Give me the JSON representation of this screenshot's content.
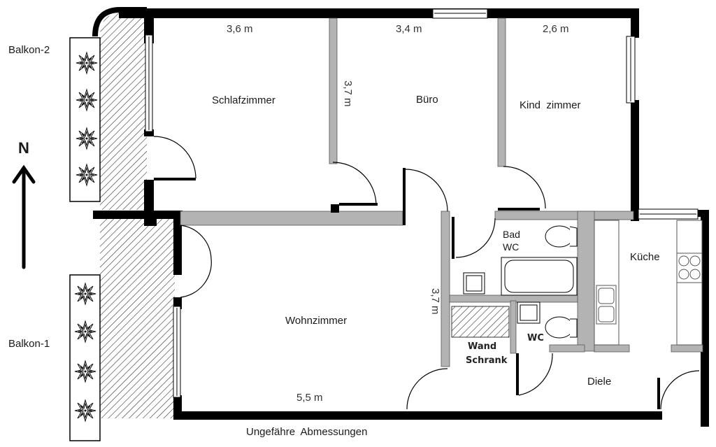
{
  "floorplan": {
    "rooms": {
      "schlafzimmer": "Schlafzimmer",
      "buero": "Büro",
      "kinderzimmer": "Kind  zimmer",
      "wohnzimmer": "Wohnzimmer",
      "bad_line1": "Bad",
      "bad_line2": "WC",
      "wc": "WC",
      "wandschrank_line1": "Wand",
      "wandschrank_line2": "Schrank",
      "kueche": "Küche",
      "diele": "Diele"
    },
    "balconies": {
      "balkon2": "Balkon-2",
      "balkon1": "Balkon-1"
    },
    "dimensions": {
      "schlafzimmer_width": "3,6 m",
      "buero_width": "3,4 m",
      "kinderzimmer_width": "2,6 m",
      "buero_depth": "3,7 m",
      "bad_depth": "3,7 m",
      "wohnzimmer_width": "5,5 m"
    },
    "compass": {
      "label": "N",
      "icon": "north-arrow-icon"
    },
    "footer_note": "Ungefähre  Abmessungen",
    "colors": {
      "wall": "#000000",
      "interior_wall": "#b3b3b3",
      "background": "#ffffff"
    }
  }
}
